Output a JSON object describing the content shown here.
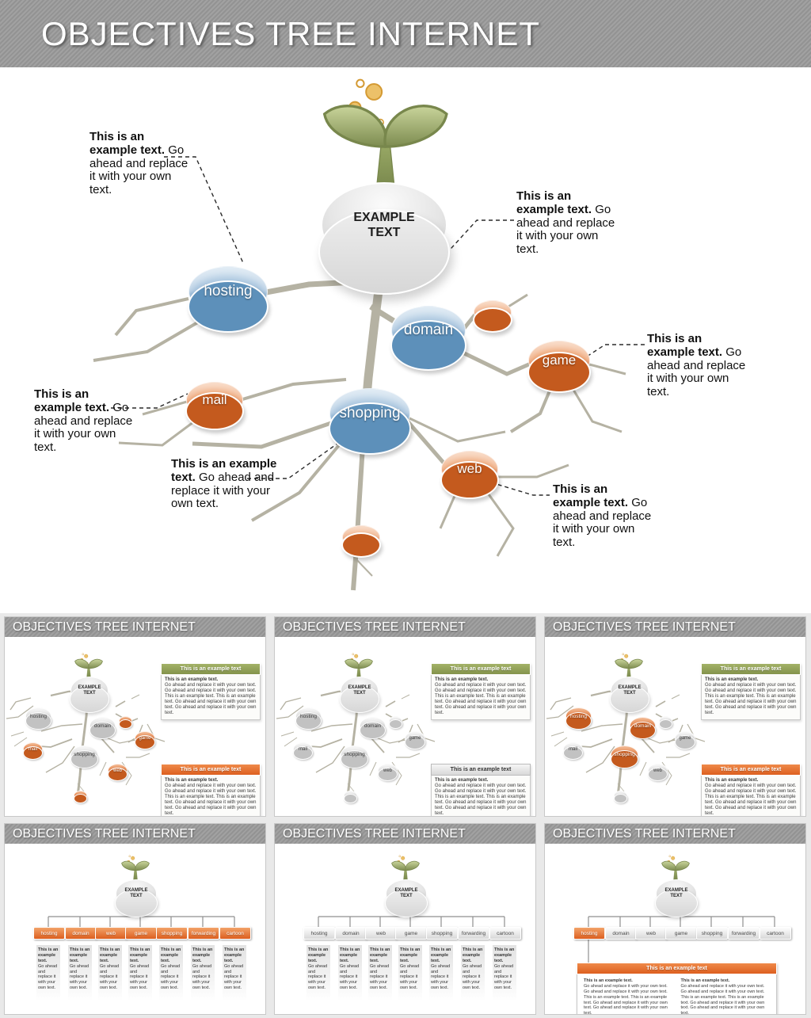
{
  "page_title": "OBJECTIVES TREE INTERNET",
  "thumb_title": "OBJECTIVES TREE INTERNET",
  "center_label": "EXAMPLE TEXT",
  "node_labels": {
    "hosting": "hosting",
    "domain": "domain",
    "game": "game",
    "mail": "mail",
    "shopping": "shopping",
    "web": "web"
  },
  "org_labels": [
    "hosting",
    "domain",
    "web",
    "game",
    "shopping",
    "forwarding",
    "cartoon"
  ],
  "callout": {
    "bold": "This is an example text.",
    "rest": " Go ahead and replace it with your own text."
  },
  "box": {
    "header": "This is an example text",
    "lead": "This is an example text.",
    "body": "Go ahead and replace it with your own text. Go ahead and replace it with your own text. This is an example text. This is an example text. Go ahead and replace it with your own text. Go ahead and replace it with your own text."
  },
  "column": {
    "lead": "This is an example text.",
    "body": "Go ahead and replace it with your own text."
  },
  "colors": {
    "orange": "#DD6B2F",
    "blue": "#7FA8CC",
    "olive_header": "#8F9E5A",
    "branch": "#B5B2A3",
    "title_bar": "#999999"
  }
}
